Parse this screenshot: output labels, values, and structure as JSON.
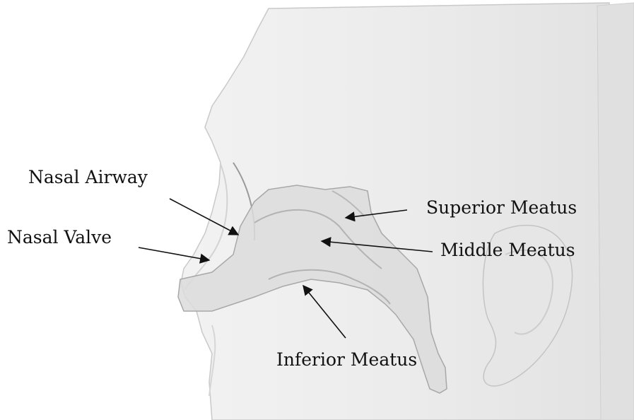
{
  "figure": {
    "labels": {
      "nasal_airway": "Nasal Airway",
      "nasal_valve": "Nasal Valve",
      "superior_meatus": "Superior Meatus",
      "middle_meatus": "Middle Meatus",
      "inferior_meatus": "Inferior Meatus"
    }
  },
  "colors": {
    "background": "#ffffff",
    "head_fill": "#ececec",
    "head_outline": "#c9c9c9",
    "airway_fill": "#dedede",
    "airway_outline": "#a9a9a9",
    "arrow": "#111111",
    "text": "#111111"
  }
}
